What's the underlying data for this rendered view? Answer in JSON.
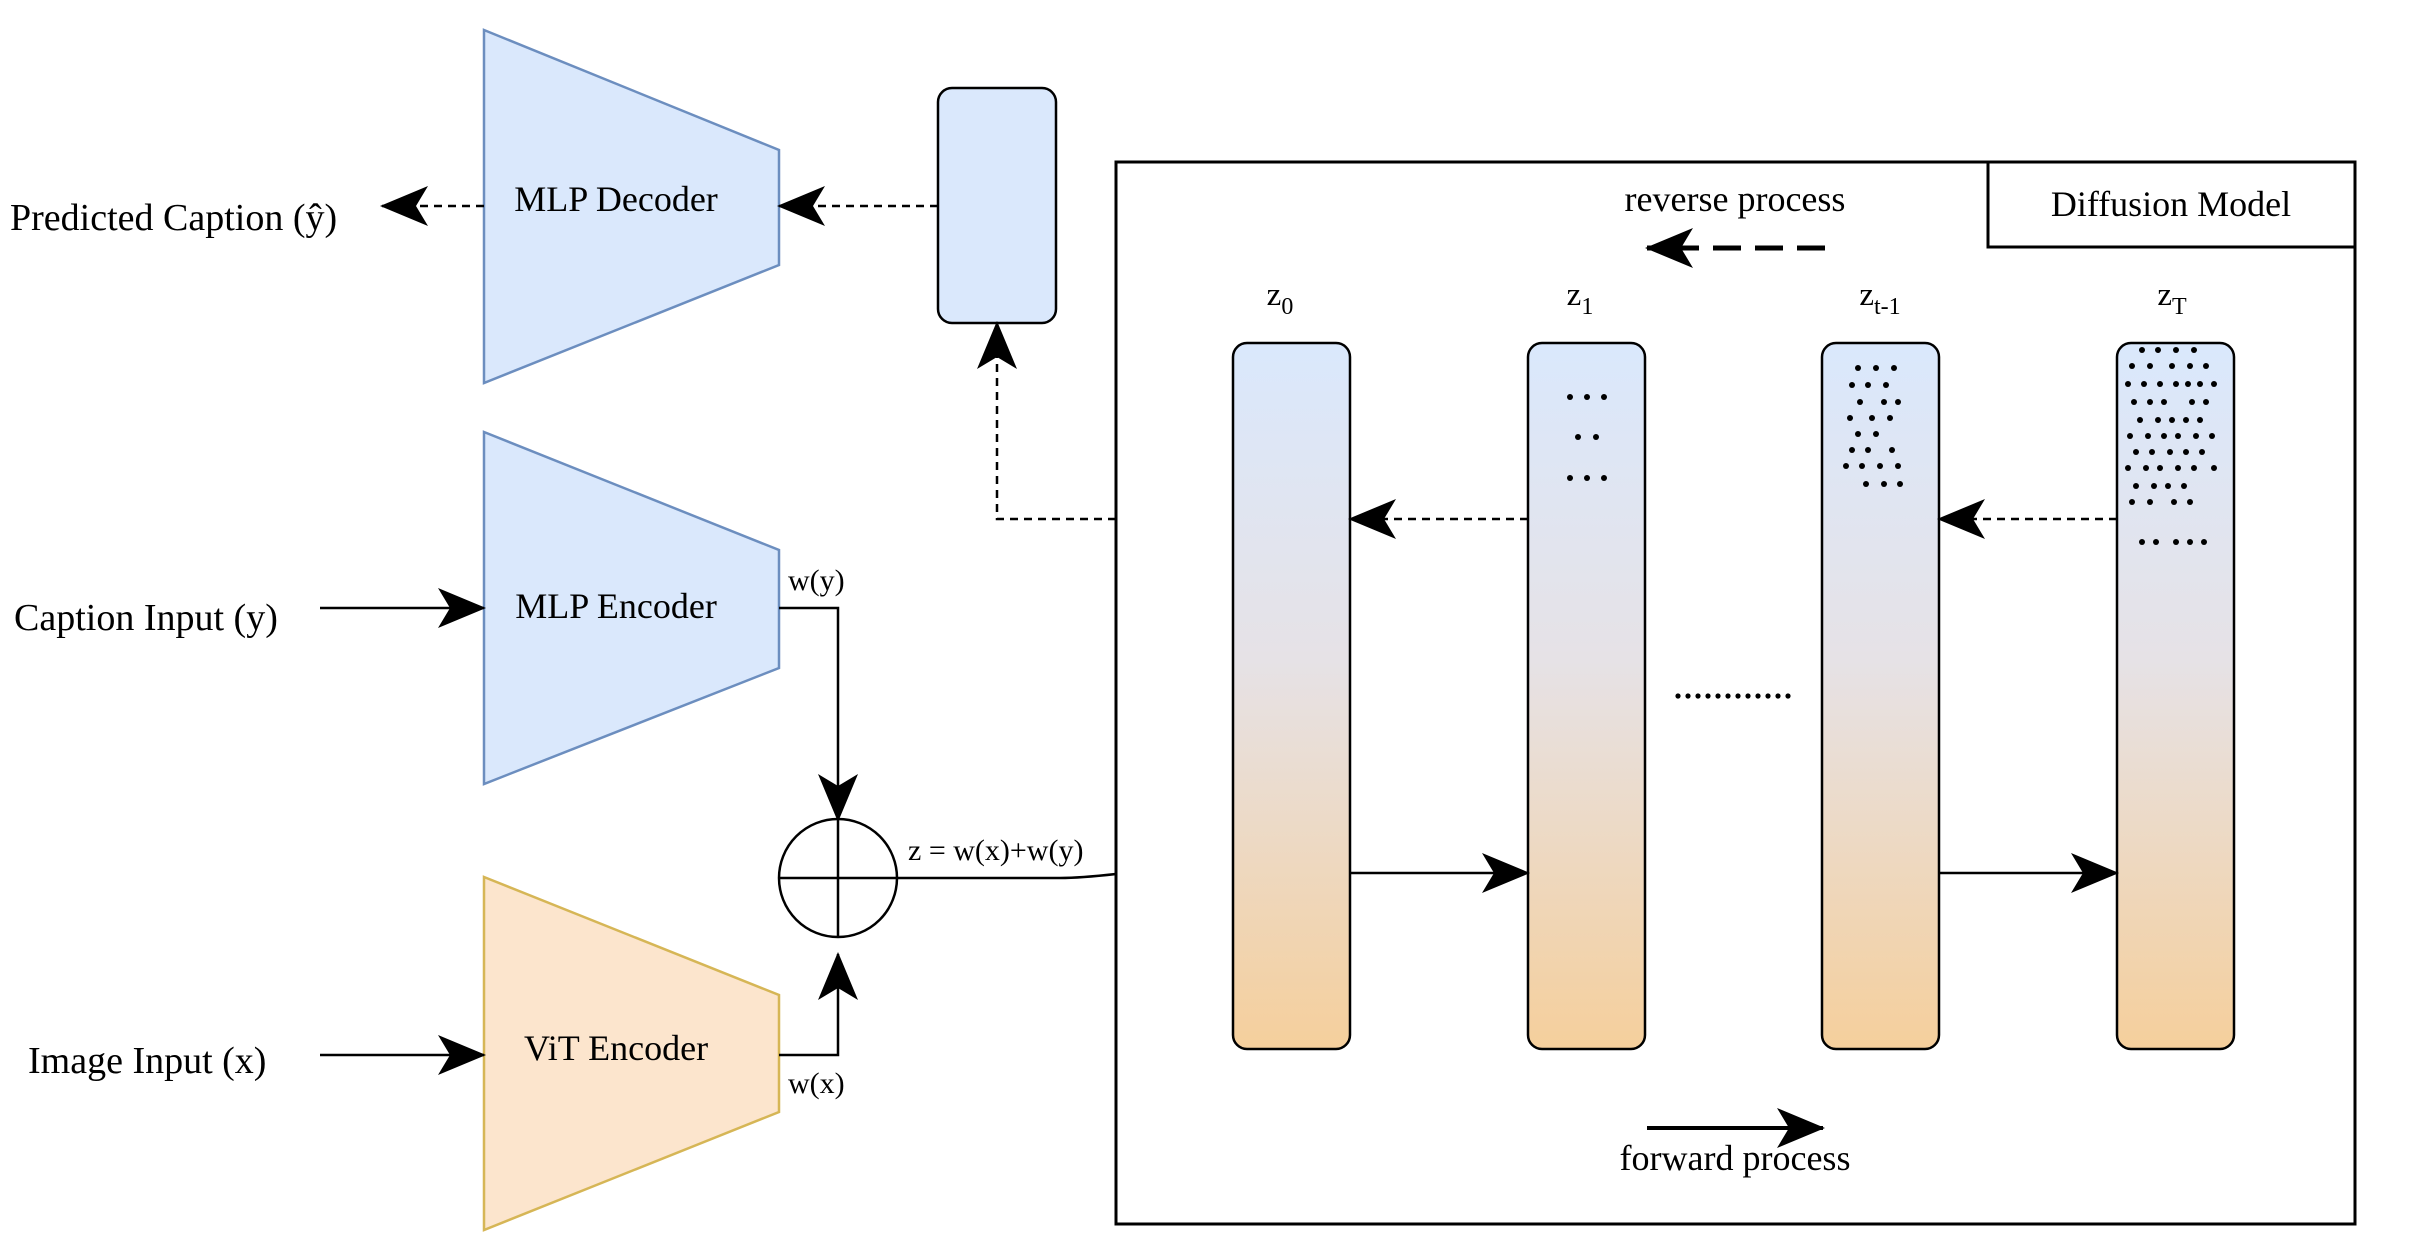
{
  "labels": {
    "predicted_caption": "Predicted Caption (ŷ)",
    "caption_input": "Caption Input (y)",
    "image_input": "Image Input (x)",
    "mlp_decoder": "MLP Decoder",
    "mlp_encoder": "MLP Encoder",
    "vit_encoder": "ViT Encoder",
    "wy": "w(y)",
    "wx": "w(x)",
    "z_sum": "z = w(x)+w(y)",
    "diffusion_model": "Diffusion Model",
    "reverse_process": "reverse process",
    "forward_process": "forward process"
  },
  "latents": [
    {
      "base": "z",
      "sub": "0"
    },
    {
      "base": "z",
      "sub": "1"
    },
    {
      "base": "z",
      "sub": "t-1"
    },
    {
      "base": "z",
      "sub": "T"
    }
  ],
  "colors": {
    "blue_fill": "#dae8fc",
    "blue_stroke": "#6c8ebf",
    "orange_fill": "#fce5cd",
    "orange_stroke": "#d6b656",
    "gradient_top": "#dae8fc",
    "gradient_bottom": "#f5cf9c"
  }
}
